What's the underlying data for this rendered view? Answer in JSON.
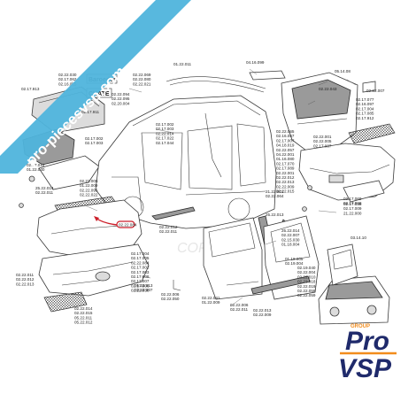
{
  "banner": {
    "text": "pro-piecesvsp.com"
  },
  "badges": [
    "Baroeder",
    "CHATE"
  ],
  "watermark": {
    "copyright": "COPYRIGHT ProVSP"
  },
  "highlight": {
    "label": "02.22.084"
  },
  "logo": {
    "tagline": "GROUP",
    "line1": "Pro",
    "line2": "VSP"
  },
  "part_labels": [
    "02.17.913",
    "02.22.030",
    "02.17.062",
    "02.16.015",
    "02.22.069",
    "02.22.080",
    "02.22.021",
    "02.22.094",
    "02.22.095",
    "02.20.004",
    "02.17.911",
    "01.22.011",
    "04.16.099",
    "05.14.08",
    "02.22.007",
    "02.22.043",
    "02.17.077",
    "02.16.097",
    "02.17.004",
    "02.17.085",
    "02.17.912",
    "02.22.001",
    "02.22.005",
    "02.17.007",
    "02.17.002",
    "02.17.003",
    "02.22.014",
    "02.17.022",
    "02.17.044",
    "02.17.002",
    "02.17.003",
    "02.17.012",
    "01.22.040",
    "25.22.014",
    "02.22.011",
    "02.22.005",
    "01.22.009",
    "02.22.095",
    "02.22.022",
    "02.17.004",
    "02.17.005",
    "02.22.084",
    "02.17.002",
    "02.17.003",
    "02.17.008",
    "02.17.007",
    "02.17.006",
    "02.22.030",
    "02.22.011",
    "02.22.012",
    "02.22.013",
    "02.22.014",
    "02.22.015",
    "05.22.011",
    "05.22.012",
    "05.22.013",
    "02.22.007",
    "02.22.006",
    "02.22.050",
    "02.22.041",
    "01.22.009",
    "02.22.006",
    "02.22.011",
    "02.22.013",
    "02.22.009",
    "02.22.012",
    "02.22.011",
    "25.22.013",
    "25.22.014",
    "02.22.007",
    "02.15.030",
    "01.18.004",
    "01.18.005",
    "02.19.004",
    "02.19.040",
    "02.22.004",
    "02.22.010",
    "02.22.018",
    "02.22.019",
    "02.22.058",
    "02.22.059",
    "03.14.10",
    "02.17.069",
    "02.17.068",
    "02.17.038",
    "02.17.009",
    "21.22.000",
    "21.22.001",
    "02.22.064",
    "02.22.065",
    "02.16.057",
    "02.17.007",
    "04.18.019",
    "02.22.057",
    "04.22.001",
    "01.16.080",
    "02.17.070",
    "02.17.089",
    "02.22.001",
    "02.22.012",
    "02.22.013",
    "02.22.009",
    "02.22.015"
  ]
}
